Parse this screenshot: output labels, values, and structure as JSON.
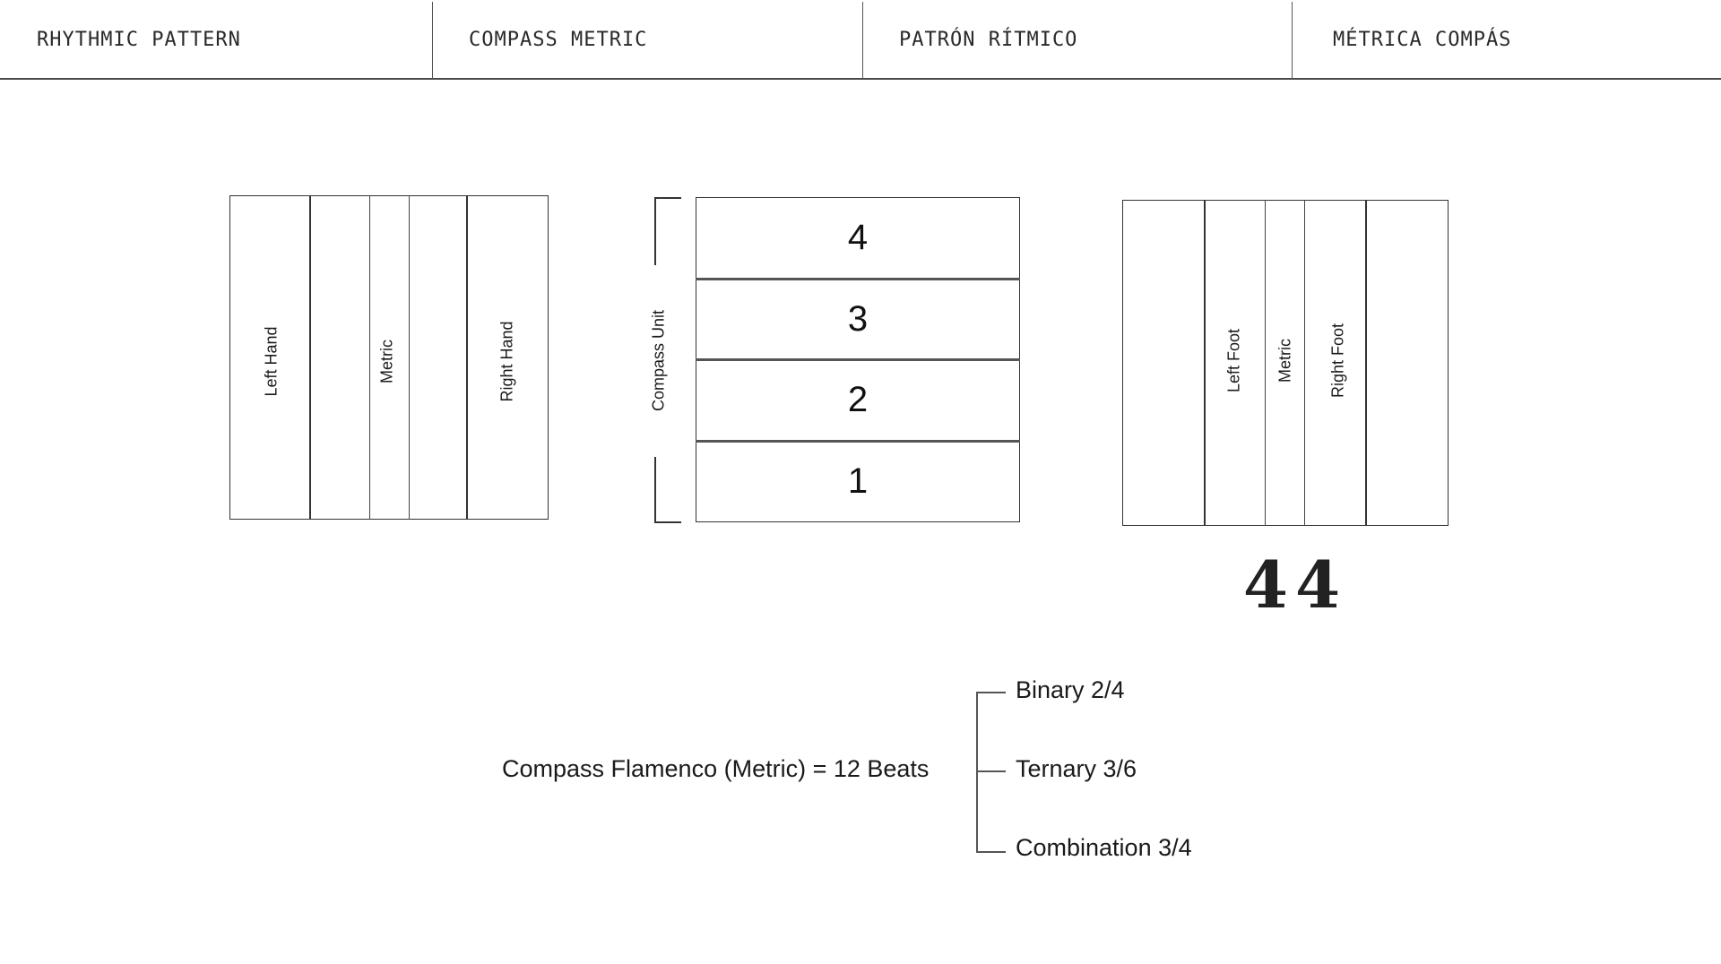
{
  "nav": {
    "items": [
      {
        "label": "RHYTHMIC PATTERN"
      },
      {
        "label": "COMPASS METRIC"
      },
      {
        "label": "PATRÓN RÍTMICO"
      },
      {
        "label": "MÉTRICA COMPÁS"
      }
    ]
  },
  "hands_diagram": {
    "left_label": "Left Hand",
    "metric_label": "Metric",
    "right_label": "Right Hand"
  },
  "compass_diagram": {
    "bracket_label": "Compass Unit",
    "beats": [
      "4",
      "3",
      "2",
      "1"
    ]
  },
  "feet_diagram": {
    "left_label": "Left Foot",
    "metric_label": "Metric",
    "right_label": "Right Foot",
    "time_signature": "44"
  },
  "formula": {
    "text": "Compass Flamenco (Metric) = 12 Beats",
    "branches": [
      "Binary 2/4",
      "Ternary 3/6",
      "Combination 3/4"
    ]
  }
}
